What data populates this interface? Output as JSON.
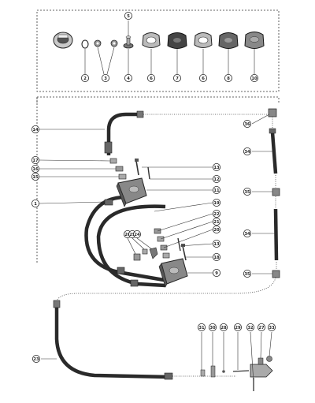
{
  "diagram": {
    "callouts": [
      {
        "id": "c5",
        "label": "5"
      },
      {
        "id": "c2",
        "label": "2"
      },
      {
        "id": "c3",
        "label": "3"
      },
      {
        "id": "c4",
        "label": "4"
      },
      {
        "id": "c6a",
        "label": "6"
      },
      {
        "id": "c7",
        "label": "7"
      },
      {
        "id": "c6b",
        "label": "6"
      },
      {
        "id": "c8",
        "label": "8"
      },
      {
        "id": "c10",
        "label": "10"
      },
      {
        "id": "c14",
        "label": "14"
      },
      {
        "id": "c17",
        "label": "17"
      },
      {
        "id": "c16",
        "label": "16"
      },
      {
        "id": "c15",
        "label": "15"
      },
      {
        "id": "c13a",
        "label": "13"
      },
      {
        "id": "c12",
        "label": "12"
      },
      {
        "id": "c11",
        "label": "11"
      },
      {
        "id": "c1",
        "label": "1"
      },
      {
        "id": "c19",
        "label": "19"
      },
      {
        "id": "c22",
        "label": "22"
      },
      {
        "id": "c21",
        "label": "21"
      },
      {
        "id": "c20",
        "label": "20"
      },
      {
        "id": "c13b",
        "label": "13"
      },
      {
        "id": "c18",
        "label": "18"
      },
      {
        "id": "c9",
        "label": "9"
      },
      {
        "id": "c26",
        "label": "26"
      },
      {
        "id": "c25",
        "label": "25"
      },
      {
        "id": "c24",
        "label": "24"
      },
      {
        "id": "c36",
        "label": "36"
      },
      {
        "id": "c34a",
        "label": "34"
      },
      {
        "id": "c35a",
        "label": "35"
      },
      {
        "id": "c34b",
        "label": "34"
      },
      {
        "id": "c35b",
        "label": "35"
      },
      {
        "id": "c23",
        "label": "23"
      },
      {
        "id": "c31",
        "label": "31"
      },
      {
        "id": "c30",
        "label": "30"
      },
      {
        "id": "c28",
        "label": "28"
      },
      {
        "id": "c29",
        "label": "29"
      },
      {
        "id": "c32",
        "label": "32"
      },
      {
        "id": "c27",
        "label": "27"
      },
      {
        "id": "c33",
        "label": "33"
      }
    ]
  }
}
